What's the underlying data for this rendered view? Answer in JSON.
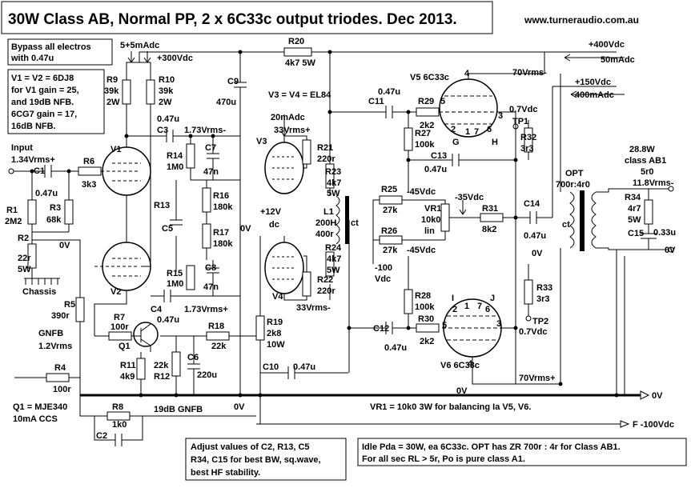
{
  "title": "30W Class AB, Normal PP, 2 x 6C33c output triodes. Dec 2013.",
  "url": "www.turneraudio.com.au",
  "notes": {
    "bypass_1": "Bypass all electros",
    "bypass_2": "with 0.47u",
    "gain_1": "V1 = V2 = 6DJ8",
    "gain_2": "for V1 gain = 25,",
    "gain_3": "and 19dB NFB.",
    "gain_4": "6CG7 gain = 17,",
    "gain_5": "16dB NFB.",
    "q1_1": "Q1 = MJE340",
    "q1_2": "10mA CCS",
    "adjust_1": "Adjust values of C2, R13, C5",
    "adjust_2": "R34, C15 for best BW, sq.wave,",
    "adjust_3": "best HF stability.",
    "idle_1": "Idle Pda = 30W, ea 6C33c. OPT has ZR 700r : 4r for Class AB1.",
    "idle_2": "For all sec RL > 5r, Po is pure class A1.",
    "vr1_note": "VR1 = 10k0 3W for balancing Ia V5, V6."
  },
  "tubes": {
    "v1": "V1",
    "v2": "V2",
    "v3": "V3",
    "v4": "V4",
    "v5": "V5 6C33c",
    "v6": "V6 6C33c",
    "v34": "V3 = V4 = EL84",
    "q1": "Q1"
  },
  "labels": {
    "input_1": "Input",
    "input_2": "1.34Vrms+",
    "c1": "C1",
    "c1v": "0.47u",
    "r1": "R1",
    "r1v": "2M2",
    "r6": "R6",
    "r6v": "3k3",
    "r3": "R3",
    "r3v": "68k",
    "r2": "R2",
    "r2v1": "22r",
    "r2v2": "5W",
    "chassis": "Chassis",
    "r5": "R5",
    "r5v": "390r",
    "gnfb_1": "GNFB",
    "gnfb_2": "1.2Vrms",
    "r4": "R4",
    "r4v": "100r",
    "r7": "R7",
    "r7v": "100r",
    "r11": "R11",
    "r11v": "4k9",
    "r12v": "22k",
    "r12": "R12",
    "c6": "C6",
    "c6v": "220u",
    "r18": "R18",
    "r18v": "22k",
    "r8": "R8",
    "r8v": "1k0",
    "c2": "C2",
    "gnfb19": "19dB GNFB",
    "zero_v": "0V",
    "supply_1": "5+5mAdc",
    "supply_2": "+300Vdc",
    "r9": "R9",
    "r9v1": "39k",
    "r9v2": "2W",
    "r10": "R10",
    "r10v1": "39k",
    "r10v2": "2W",
    "c3v": "0.47u",
    "c3": "C3",
    "c3rms": "1.73Vrms-",
    "r14": "R14",
    "r14v": "1M0",
    "c7": "C7",
    "c7v": "47n",
    "r13": "R13",
    "r16": "R16",
    "r16v": "180k",
    "c5": "C5",
    "r17": "R17",
    "r17v": "180k",
    "c8": "C8",
    "c8v": "47n",
    "r15": "R15",
    "r15v": "1M0",
    "c4": "C4",
    "c4rms": "1.73Vrms+",
    "c4v": "0.47u",
    "c9": "C9",
    "c9v": "470u",
    "r20": "R20",
    "r20v": "4k7 5W",
    "v3_ma": "20mAdc",
    "v3_rms": "33Vrms+",
    "r21": "R21",
    "r21v": "220r",
    "plus12": "+12V",
    "dc": "dc",
    "r22": "R22",
    "r22v": "220r",
    "v4_rms": "33Vrms-",
    "r19": "R19",
    "r19v1": "2k8",
    "r19v2": "10W",
    "c10": "C10",
    "c10v": "0.47u",
    "r23": "R23",
    "r23v1": "4k7",
    "r23v2": "5W",
    "l1": "L1",
    "l1v1": "200H",
    "l1v2": "400r",
    "ct": "ct",
    "r24": "R24",
    "r24v1": "4k7",
    "r24v2": "5W",
    "c11v": "0.47u",
    "c11": "C11",
    "r29": "R29",
    "r29v": "2k2",
    "r27": "R27",
    "r27v": "100k",
    "c13": "C13",
    "c13v": "0.47u",
    "r25": "R25",
    "r25v": "27k",
    "m45a": "-45Vdc",
    "vr1": "VR1",
    "vr1v1": "10k0",
    "vr1v2": "lin",
    "m35": "-35Vdc",
    "r31": "R31",
    "r31v": "8k2",
    "r26": "R26",
    "r26v": "27k",
    "m45b": "-45Vdc",
    "m100_1": "-100",
    "m100_2": "Vdc",
    "r28": "R28",
    "r28v": "100k",
    "c12": "C12",
    "c12v": "0.47u",
    "r30": "R30",
    "r30v": "2k2",
    "plus400": "+400Vdc",
    "ma50": "50mAdc",
    "plus150": "+150Vdc",
    "ma400": "400mAdc",
    "vrms70a": "70Vrms-",
    "pin_v1": "0.7Vdc",
    "tp1": "TP1",
    "r32": "R32",
    "r32v": "3r3",
    "c14": "C14",
    "c14v": "0.47u",
    "opt": "OPT",
    "optv": "700r:4r0",
    "pwr_1": "28.8W",
    "pwr_2": "class AB1",
    "pwr_3": "5r0",
    "pwr_4": "11.8Vrms-",
    "r34": "R34",
    "r34v1": "4r7",
    "r34v2": "5W",
    "c15": "C15",
    "c15v": "0.33u",
    "r33": "R33",
    "r33v": "3r3",
    "tp2": "TP2",
    "pin_v2": "0.7Vdc",
    "vrms70b": "70Vrms+",
    "out0v": "0V",
    "f100": "F -100Vdc",
    "pin4": "4",
    "pin5": "5",
    "pin3": "3",
    "pin2": "2",
    "pin1": "1",
    "pin7": "7",
    "pin6": "6",
    "pinG": "G",
    "pinH": "H",
    "pinI": "I",
    "pinJ": "J"
  }
}
